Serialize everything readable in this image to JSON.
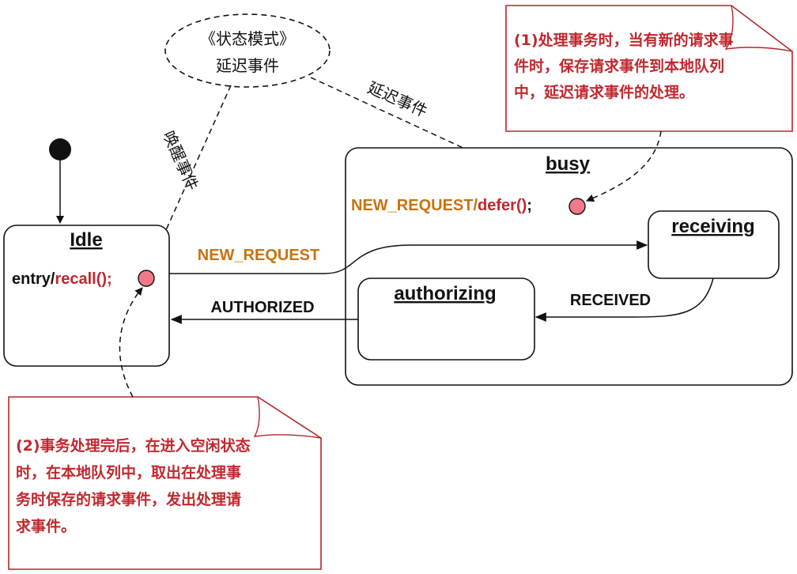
{
  "colors": {
    "event_orange": "#c8720f",
    "action_red": "#c0282e",
    "note_border": "#b8242a",
    "pseudo_fill": "#f07a88",
    "black": "#111111"
  },
  "ellipse": {
    "line1": "《状态模式》",
    "line2": "延迟事件"
  },
  "edge_labels": {
    "defer": "延迟事件",
    "wakeup": "唤醒事件",
    "new_request": "NEW_REQUEST",
    "authorized": "AUTHORIZED",
    "received": "RECEIVED"
  },
  "states": {
    "idle": {
      "name": "Idle",
      "entry_prefix": "entry/",
      "entry_action": "recall();"
    },
    "busy": {
      "name": "busy",
      "internal_event": "NEW_REQUEST",
      "internal_slash": "/",
      "internal_action": "defer()",
      "internal_semicolon": ";"
    },
    "receiving": {
      "name": "receiving"
    },
    "authorizing": {
      "name": "authorizing"
    }
  },
  "notes": {
    "note1": {
      "lines": [
        "(1)处理事务时，当有新的请求事",
        "件时，保存请求事件到本地队列",
        "中，延迟请求事件的处理。"
      ]
    },
    "note2": {
      "lines": [
        "(2)事务处理完后，在进入空闲状态",
        "时，在本地队列中，取出在处理事",
        "务时保存的请求事件，发出处理请",
        "求事件。"
      ]
    }
  }
}
